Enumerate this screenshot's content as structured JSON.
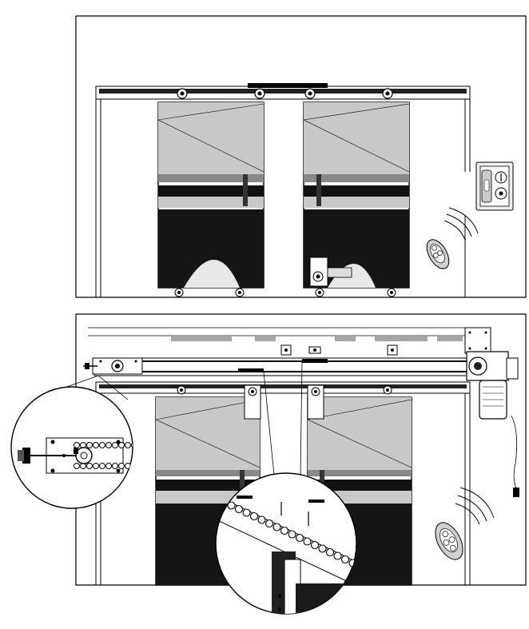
{
  "figure": {
    "panels": [
      {
        "name": "top-panel",
        "components": [
          "frame",
          "rail",
          "left-door",
          "right-door",
          "motor",
          "wall-control",
          "remote"
        ]
      },
      {
        "name": "bottom-panel",
        "components": [
          "frame",
          "rail",
          "chain",
          "motor",
          "remote",
          "detail-chain-tensioner",
          "detail-chain-clamp"
        ]
      }
    ],
    "icons": [
      "switch-icon",
      "remote-icon",
      "signal-arcs-icon"
    ],
    "colors": {
      "line": "#000000",
      "glass": "#c8c8c8",
      "shade": "#1a1a1a",
      "paper": "#ffffff"
    }
  }
}
